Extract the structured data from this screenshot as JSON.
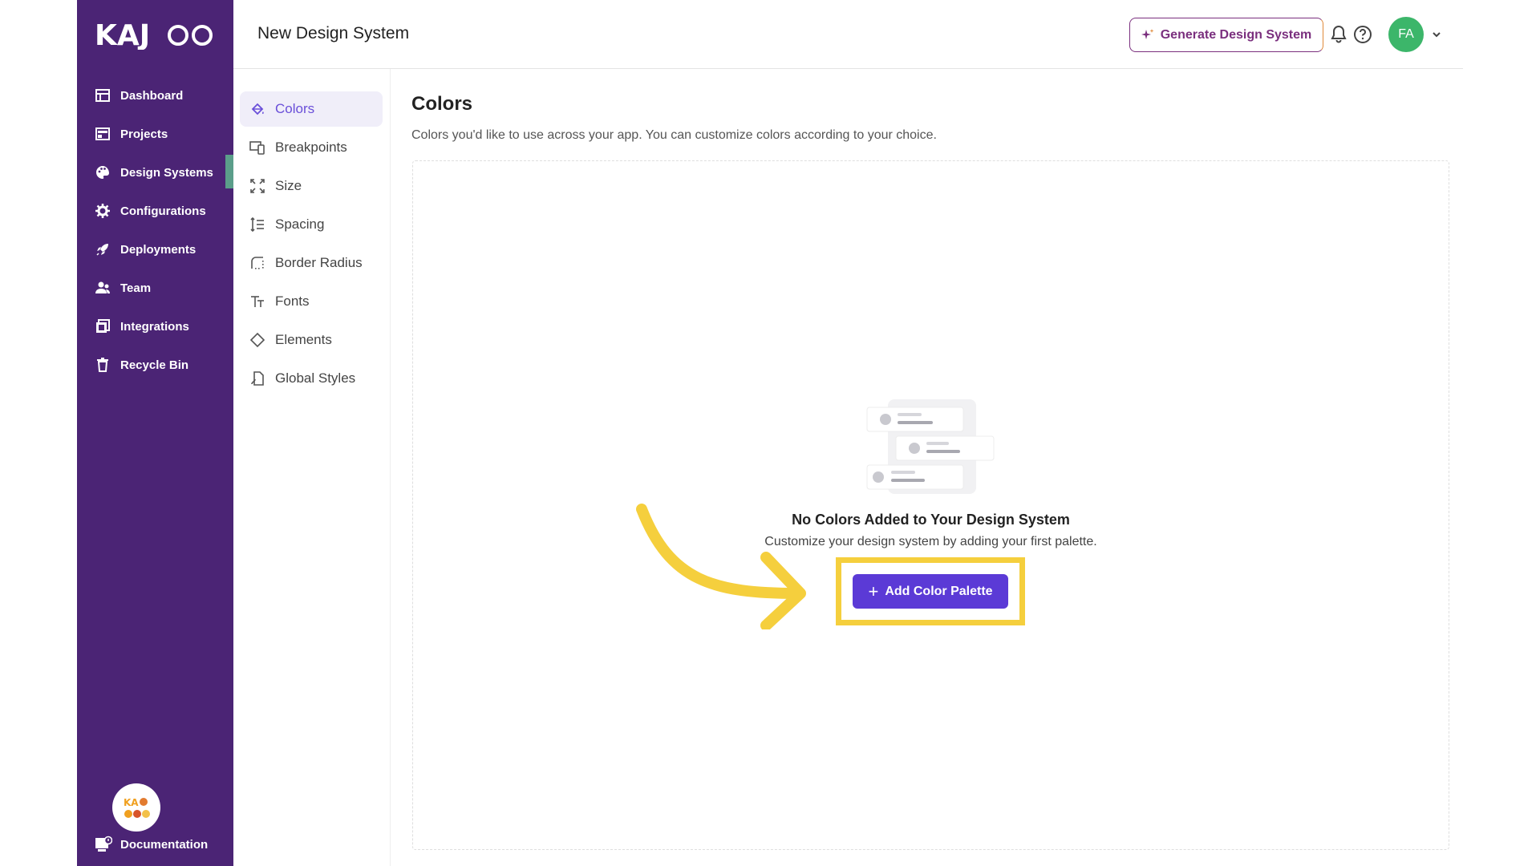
{
  "app": {
    "logo_text": "KAJOO"
  },
  "sidebar": {
    "items": [
      {
        "label": "Dashboard",
        "icon": "dashboard-icon"
      },
      {
        "label": "Projects",
        "icon": "projects-icon"
      },
      {
        "label": "Design Systems",
        "icon": "palette-icon",
        "active": true
      },
      {
        "label": "Configurations",
        "icon": "gear-icon"
      },
      {
        "label": "Deployments",
        "icon": "rocket-icon"
      },
      {
        "label": "Team",
        "icon": "team-icon"
      },
      {
        "label": "Integrations",
        "icon": "integrations-icon"
      },
      {
        "label": "Recycle Bin",
        "icon": "trash-icon"
      }
    ],
    "documentation_label": "Documentation"
  },
  "header": {
    "title": "New Design System",
    "generate_label": "Generate Design System",
    "user_initials": "FA"
  },
  "subnav": {
    "items": [
      {
        "label": "Colors",
        "icon": "colors-icon",
        "active": true
      },
      {
        "label": "Breakpoints",
        "icon": "breakpoints-icon"
      },
      {
        "label": "Size",
        "icon": "size-icon"
      },
      {
        "label": "Spacing",
        "icon": "spacing-icon"
      },
      {
        "label": "Border Radius",
        "icon": "border-radius-icon"
      },
      {
        "label": "Fonts",
        "icon": "fonts-icon"
      },
      {
        "label": "Elements",
        "icon": "elements-icon"
      },
      {
        "label": "Global Styles",
        "icon": "global-styles-icon"
      }
    ]
  },
  "content": {
    "title": "Colors",
    "description": "Colors you'd like to use across your app. You can customize colors according to your choice.",
    "empty_title": "No Colors Added to Your Design System",
    "empty_subtitle": "Customize your design system by adding your first palette.",
    "add_button_label": "Add Color Palette"
  },
  "colors": {
    "sidebar_bg": "#4b2475",
    "primary_button": "#5b3ad6",
    "highlight": "#f5cf3d",
    "avatar": "#3cb66a"
  }
}
